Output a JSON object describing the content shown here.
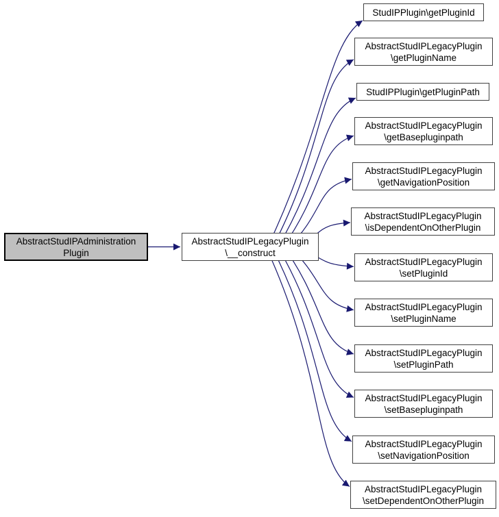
{
  "diagram": {
    "type": "doxygen-call-graph",
    "background": "#ffffff",
    "colors": {
      "edge": "#191970",
      "node_fill": "#ffffff",
      "node_border": "#404040",
      "root_fill": "#bfbfbf",
      "root_border": "#000000",
      "text": "#000000"
    },
    "root": {
      "line1": "AbstractStudIPAdministration",
      "line2": "Plugin"
    },
    "center": {
      "line1": "AbstractStudIPLegacyPlugin",
      "line2": "\\__construct"
    },
    "callees": [
      {
        "line1": "StudIPPlugin\\getPluginId"
      },
      {
        "line1": "AbstractStudIPLegacyPlugin",
        "line2": "\\getPluginName"
      },
      {
        "line1": "StudIPPlugin\\getPluginPath"
      },
      {
        "line1": "AbstractStudIPLegacyPlugin",
        "line2": "\\getBasepluginpath"
      },
      {
        "line1": "AbstractStudIPLegacyPlugin",
        "line2": "\\getNavigationPosition"
      },
      {
        "line1": "AbstractStudIPLegacyPlugin",
        "line2": "\\isDependentOnOtherPlugin"
      },
      {
        "line1": "AbstractStudIPLegacyPlugin",
        "line2": "\\setPluginId"
      },
      {
        "line1": "AbstractStudIPLegacyPlugin",
        "line2": "\\setPluginName"
      },
      {
        "line1": "AbstractStudIPLegacyPlugin",
        "line2": "\\setPluginPath"
      },
      {
        "line1": "AbstractStudIPLegacyPlugin",
        "line2": "\\setBasepluginpath"
      },
      {
        "line1": "AbstractStudIPLegacyPlugin",
        "line2": "\\setNavigationPosition"
      },
      {
        "line1": "AbstractStudIPLegacyPlugin",
        "line2": "\\setDependentOnOtherPlugin"
      }
    ]
  }
}
